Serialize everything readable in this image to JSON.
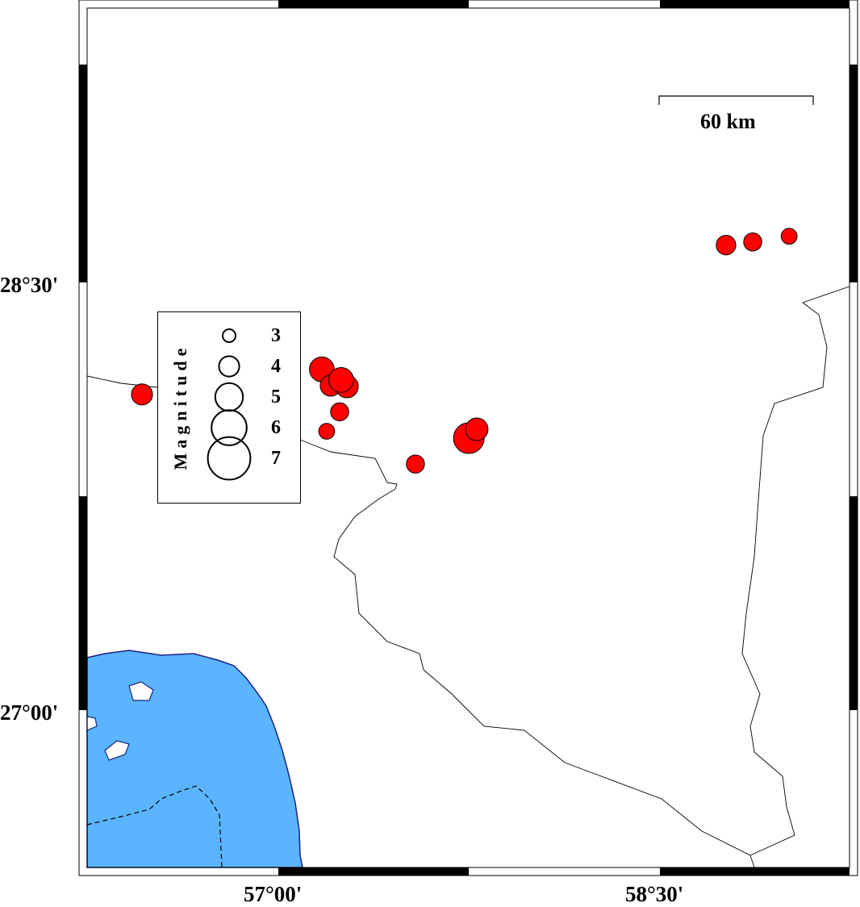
{
  "map": {
    "axes": {
      "lat_labels": [
        "28°30'",
        "27°00'"
      ],
      "lon_labels": [
        "57°00'",
        "58°30'"
      ]
    },
    "scale_bar": {
      "label": "60 km"
    },
    "colors": {
      "sea": "#5ab4ff",
      "coast": "#1a237e",
      "event": "#ff0000",
      "border": "#000000"
    },
    "legend": {
      "title": "Magnitude",
      "entries": [
        {
          "label": "3",
          "mag": 3
        },
        {
          "label": "4",
          "mag": 4
        },
        {
          "label": "5",
          "mag": 5
        },
        {
          "label": "6",
          "mag": 6
        },
        {
          "label": "7",
          "mag": 7
        }
      ]
    },
    "events": [
      {
        "lon": 56.464,
        "lat": 28.107,
        "mag": 4.1
      },
      {
        "lon": 57.171,
        "lat": 28.195,
        "mag": 4.6
      },
      {
        "lon": 57.206,
        "lat": 28.138,
        "mag": 4.1
      },
      {
        "lon": 57.27,
        "lat": 28.135,
        "mag": 4.3
      },
      {
        "lon": 57.247,
        "lat": 28.158,
        "mag": 4.6
      },
      {
        "lon": 57.241,
        "lat": 28.046,
        "mag": 3.7
      },
      {
        "lon": 57.19,
        "lat": 27.978,
        "mag": 3.4
      },
      {
        "lon": 57.539,
        "lat": 27.863,
        "mag": 3.7
      },
      {
        "lon": 57.749,
        "lat": 27.954,
        "mag": 5.4
      },
      {
        "lon": 57.78,
        "lat": 27.985,
        "mag": 4.3
      },
      {
        "lon": 58.76,
        "lat": 28.631,
        "mag": 3.9
      },
      {
        "lon": 58.865,
        "lat": 28.642,
        "mag": 3.7
      },
      {
        "lon": 59.008,
        "lat": 28.662,
        "mag": 3.4
      }
    ]
  }
}
